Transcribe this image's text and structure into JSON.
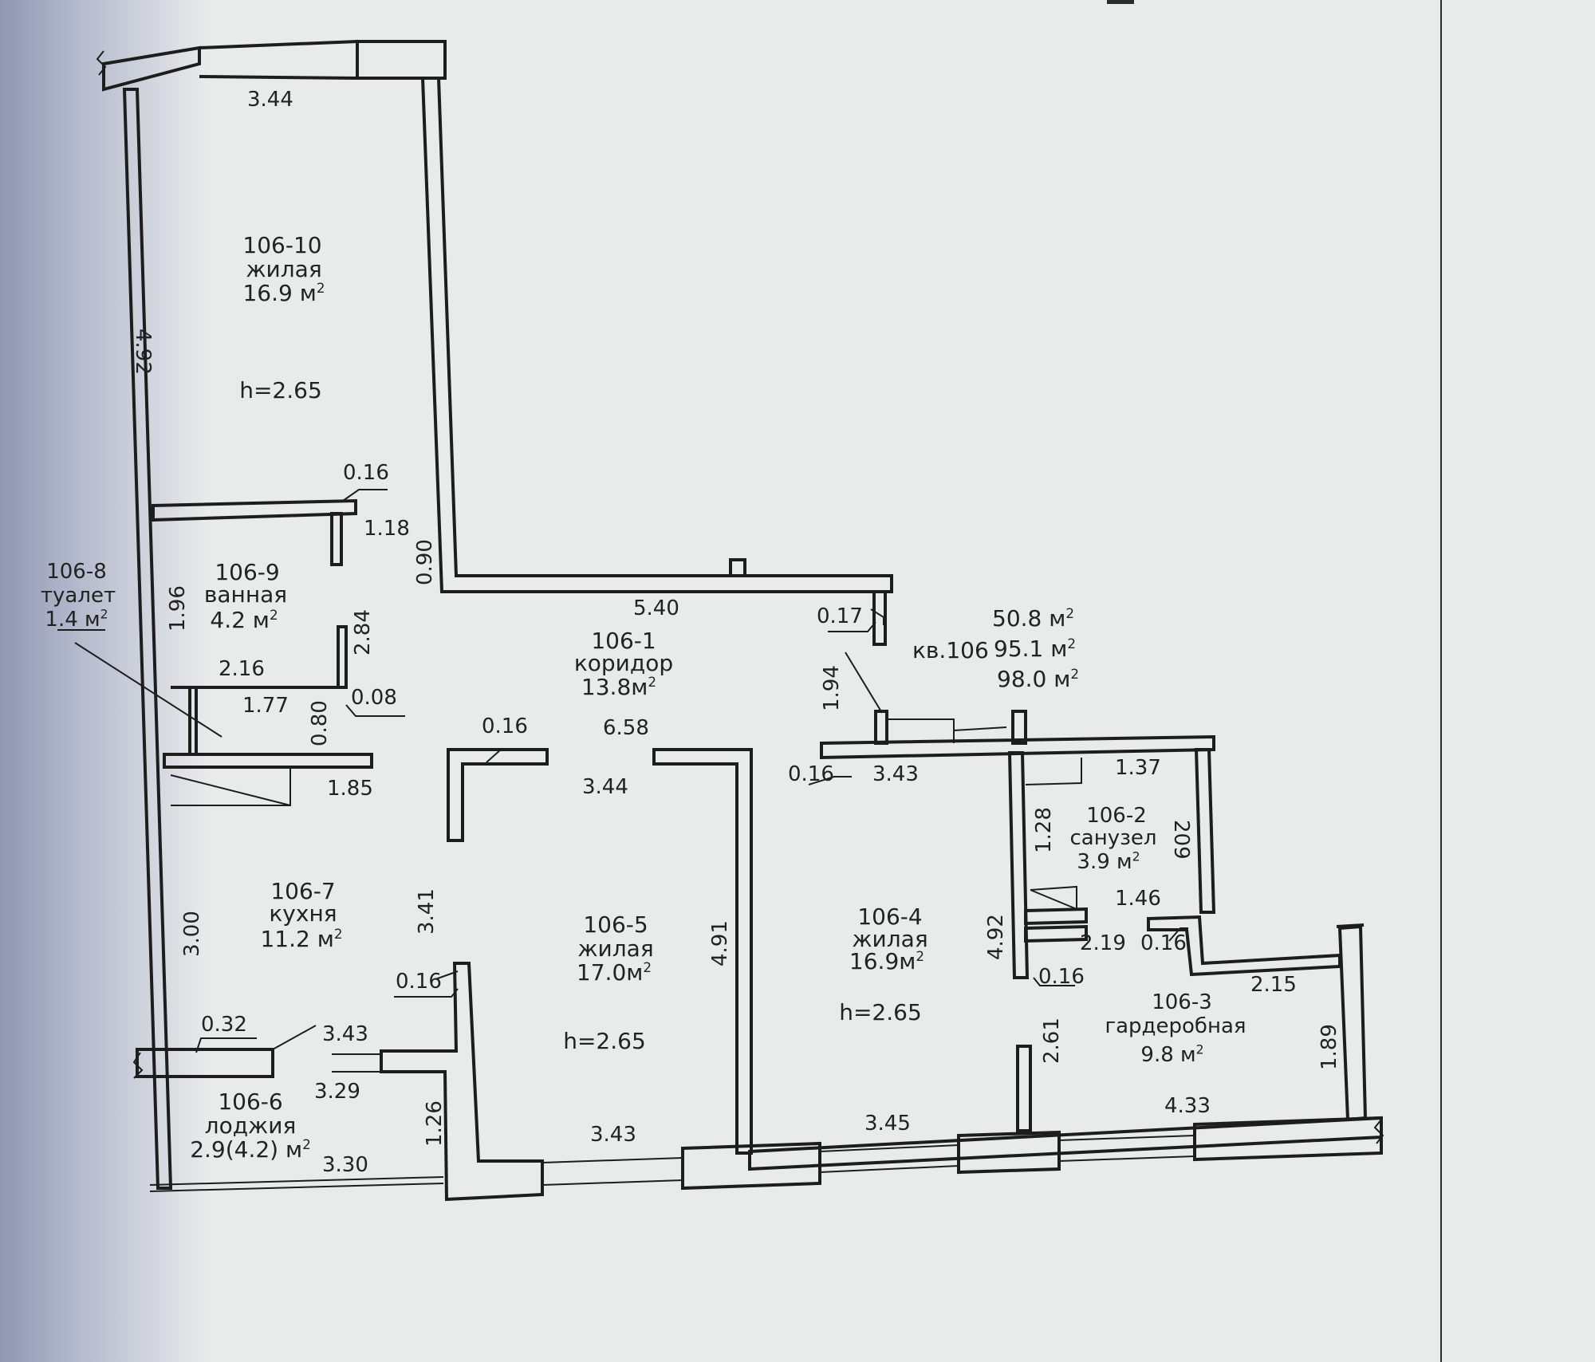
{
  "apartment": {
    "number": "кв.106",
    "areas": [
      "50.8 м",
      "95.1 м",
      "98.0 м"
    ]
  },
  "rooms": [
    {
      "id": "106-10",
      "name": "жилая",
      "area": "16.9 м",
      "height": "h=2.65"
    },
    {
      "id": "106-9",
      "name": "ванная",
      "area": "4.2 м"
    },
    {
      "id": "106-8",
      "name": "туалет",
      "area": "1.4 м"
    },
    {
      "id": "106-1",
      "name": "коридор",
      "area": "13.8м"
    },
    {
      "id": "106-7",
      "name": "кухня",
      "area": "11.2 м"
    },
    {
      "id": "106-5",
      "name": "жилая",
      "area": "17.0м",
      "height": "h=2.65"
    },
    {
      "id": "106-4",
      "name": "жилая",
      "area": "16.9м",
      "height": "h=2.65"
    },
    {
      "id": "106-2",
      "name": "санузел",
      "area": "3.9 м"
    },
    {
      "id": "106-3",
      "name": "гардеробная",
      "area": "9.8 м"
    },
    {
      "id": "106-6",
      "name": "лоджия",
      "area": "2.9(4.2) м"
    }
  ],
  "dimensions": [
    "3.44",
    "4.92",
    "0.16",
    "1.18",
    "0.90",
    "1.96",
    "2.84",
    "2.16",
    "1.77",
    "0.80",
    "0.08",
    "1.85",
    "5.40",
    "0.17",
    "0.16",
    "6.58",
    "3.44",
    "1.94",
    "0.16",
    "3.43",
    "1.37",
    "1.28",
    "209",
    "1.46",
    "2.19",
    "0.16",
    "4.92",
    "0.16",
    "3.41",
    "4.91",
    "3.00",
    "0.16",
    "2.15",
    "0.32",
    "3.43",
    "3.29",
    "1.26",
    "3.43",
    "3.45",
    "2.61",
    "4.33",
    "1.89",
    "3.30"
  ]
}
